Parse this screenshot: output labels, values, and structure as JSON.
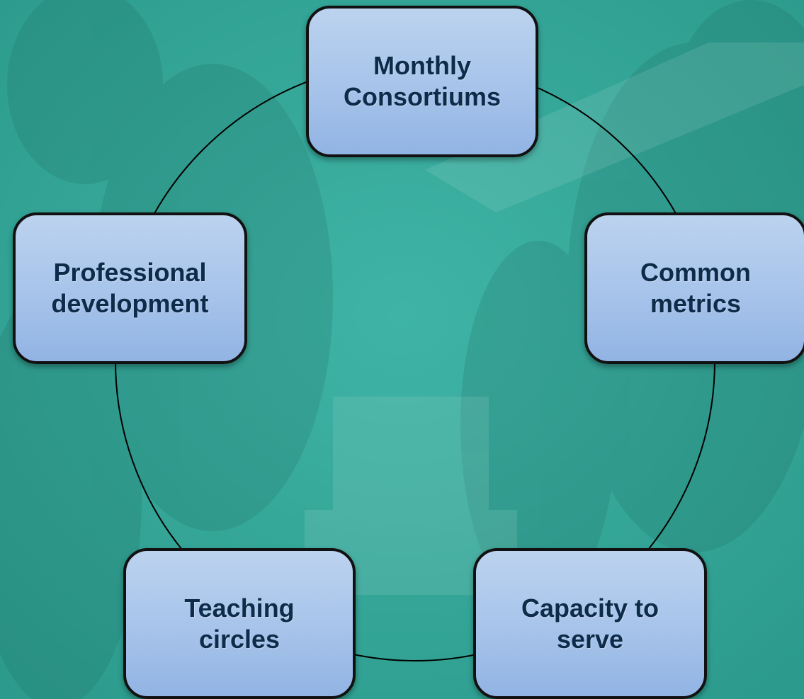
{
  "diagram": {
    "type": "cycle",
    "nodes": [
      {
        "id": "monthly",
        "label": "Monthly\nConsortiums"
      },
      {
        "id": "common",
        "label": "Common\nmetrics"
      },
      {
        "id": "capacity",
        "label": "Capacity to\nserve"
      },
      {
        "id": "teaching",
        "label": "Teaching\ncircles"
      },
      {
        "id": "professional",
        "label": "Professional\ndevelopment"
      }
    ]
  },
  "colors": {
    "background": "#33a89a",
    "node_fill_top": "#bcd3ef",
    "node_fill_bottom": "#92b4e4",
    "node_border": "#111111",
    "node_text": "#0d2c4a",
    "ring": "#000000"
  }
}
